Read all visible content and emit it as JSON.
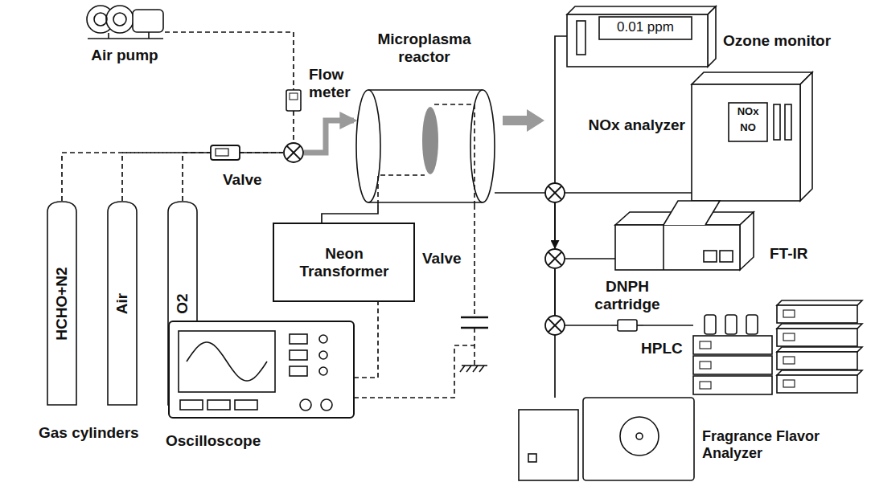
{
  "diagram": {
    "nodes": [
      {
        "text": [
          "Air pump"
        ]
      },
      {
        "text": [
          "Flow meter"
        ]
      },
      {
        "text": [
          "Valve"
        ]
      },
      {
        "text": [
          "Microplasma reactor"
        ]
      },
      {
        "text": [
          "HCHO+N2"
        ]
      },
      {
        "text": [
          "Air"
        ]
      },
      {
        "text": [
          "O2"
        ]
      },
      {
        "text": [
          "Neon Transformer"
        ]
      },
      {
        "text": [
          "Oscilloscope"
        ]
      },
      {
        "text": [
          "0.01 ppm",
          "Ozone monitor"
        ]
      },
      {
        "text": [
          "NOx",
          "NO",
          "NOx analyzer"
        ]
      },
      {
        "text": [
          "Valve"
        ]
      },
      {
        "text": [
          "FT-IR"
        ]
      },
      {
        "text": [
          "DNPH cartridge"
        ]
      },
      {
        "text": [
          "HPLC"
        ]
      },
      {
        "text": [
          "Fragrance Flavor Analyzer"
        ]
      }
    ],
    "edges": [
      {
        "from": 0,
        "to": 1,
        "arrow": "none"
      },
      {
        "from": 1,
        "to": 2,
        "arrow": "none"
      },
      {
        "from": 4,
        "to": 2,
        "arrow": "none"
      },
      {
        "from": 5,
        "to": 2,
        "arrow": "none"
      },
      {
        "from": 6,
        "to": 2,
        "arrow": "none"
      },
      {
        "from": 2,
        "to": 3,
        "arrow": "to"
      },
      {
        "from": 7,
        "to": 3,
        "arrow": "none"
      },
      {
        "from": 8,
        "to": 7,
        "arrow": "none"
      },
      {
        "from": 3,
        "to": 11,
        "arrow": "to"
      },
      {
        "from": 11,
        "to": 9,
        "arrow": "none"
      },
      {
        "from": 11,
        "to": 10,
        "arrow": "none"
      },
      {
        "from": 11,
        "to": 12,
        "arrow": "none"
      },
      {
        "from": 11,
        "to": 13,
        "arrow": "none"
      },
      {
        "from": 13,
        "to": 14,
        "arrow": "none"
      },
      {
        "from": 11,
        "to": 15,
        "arrow": "none"
      }
    ],
    "labels": [
      "Gas cylinders"
    ]
  }
}
